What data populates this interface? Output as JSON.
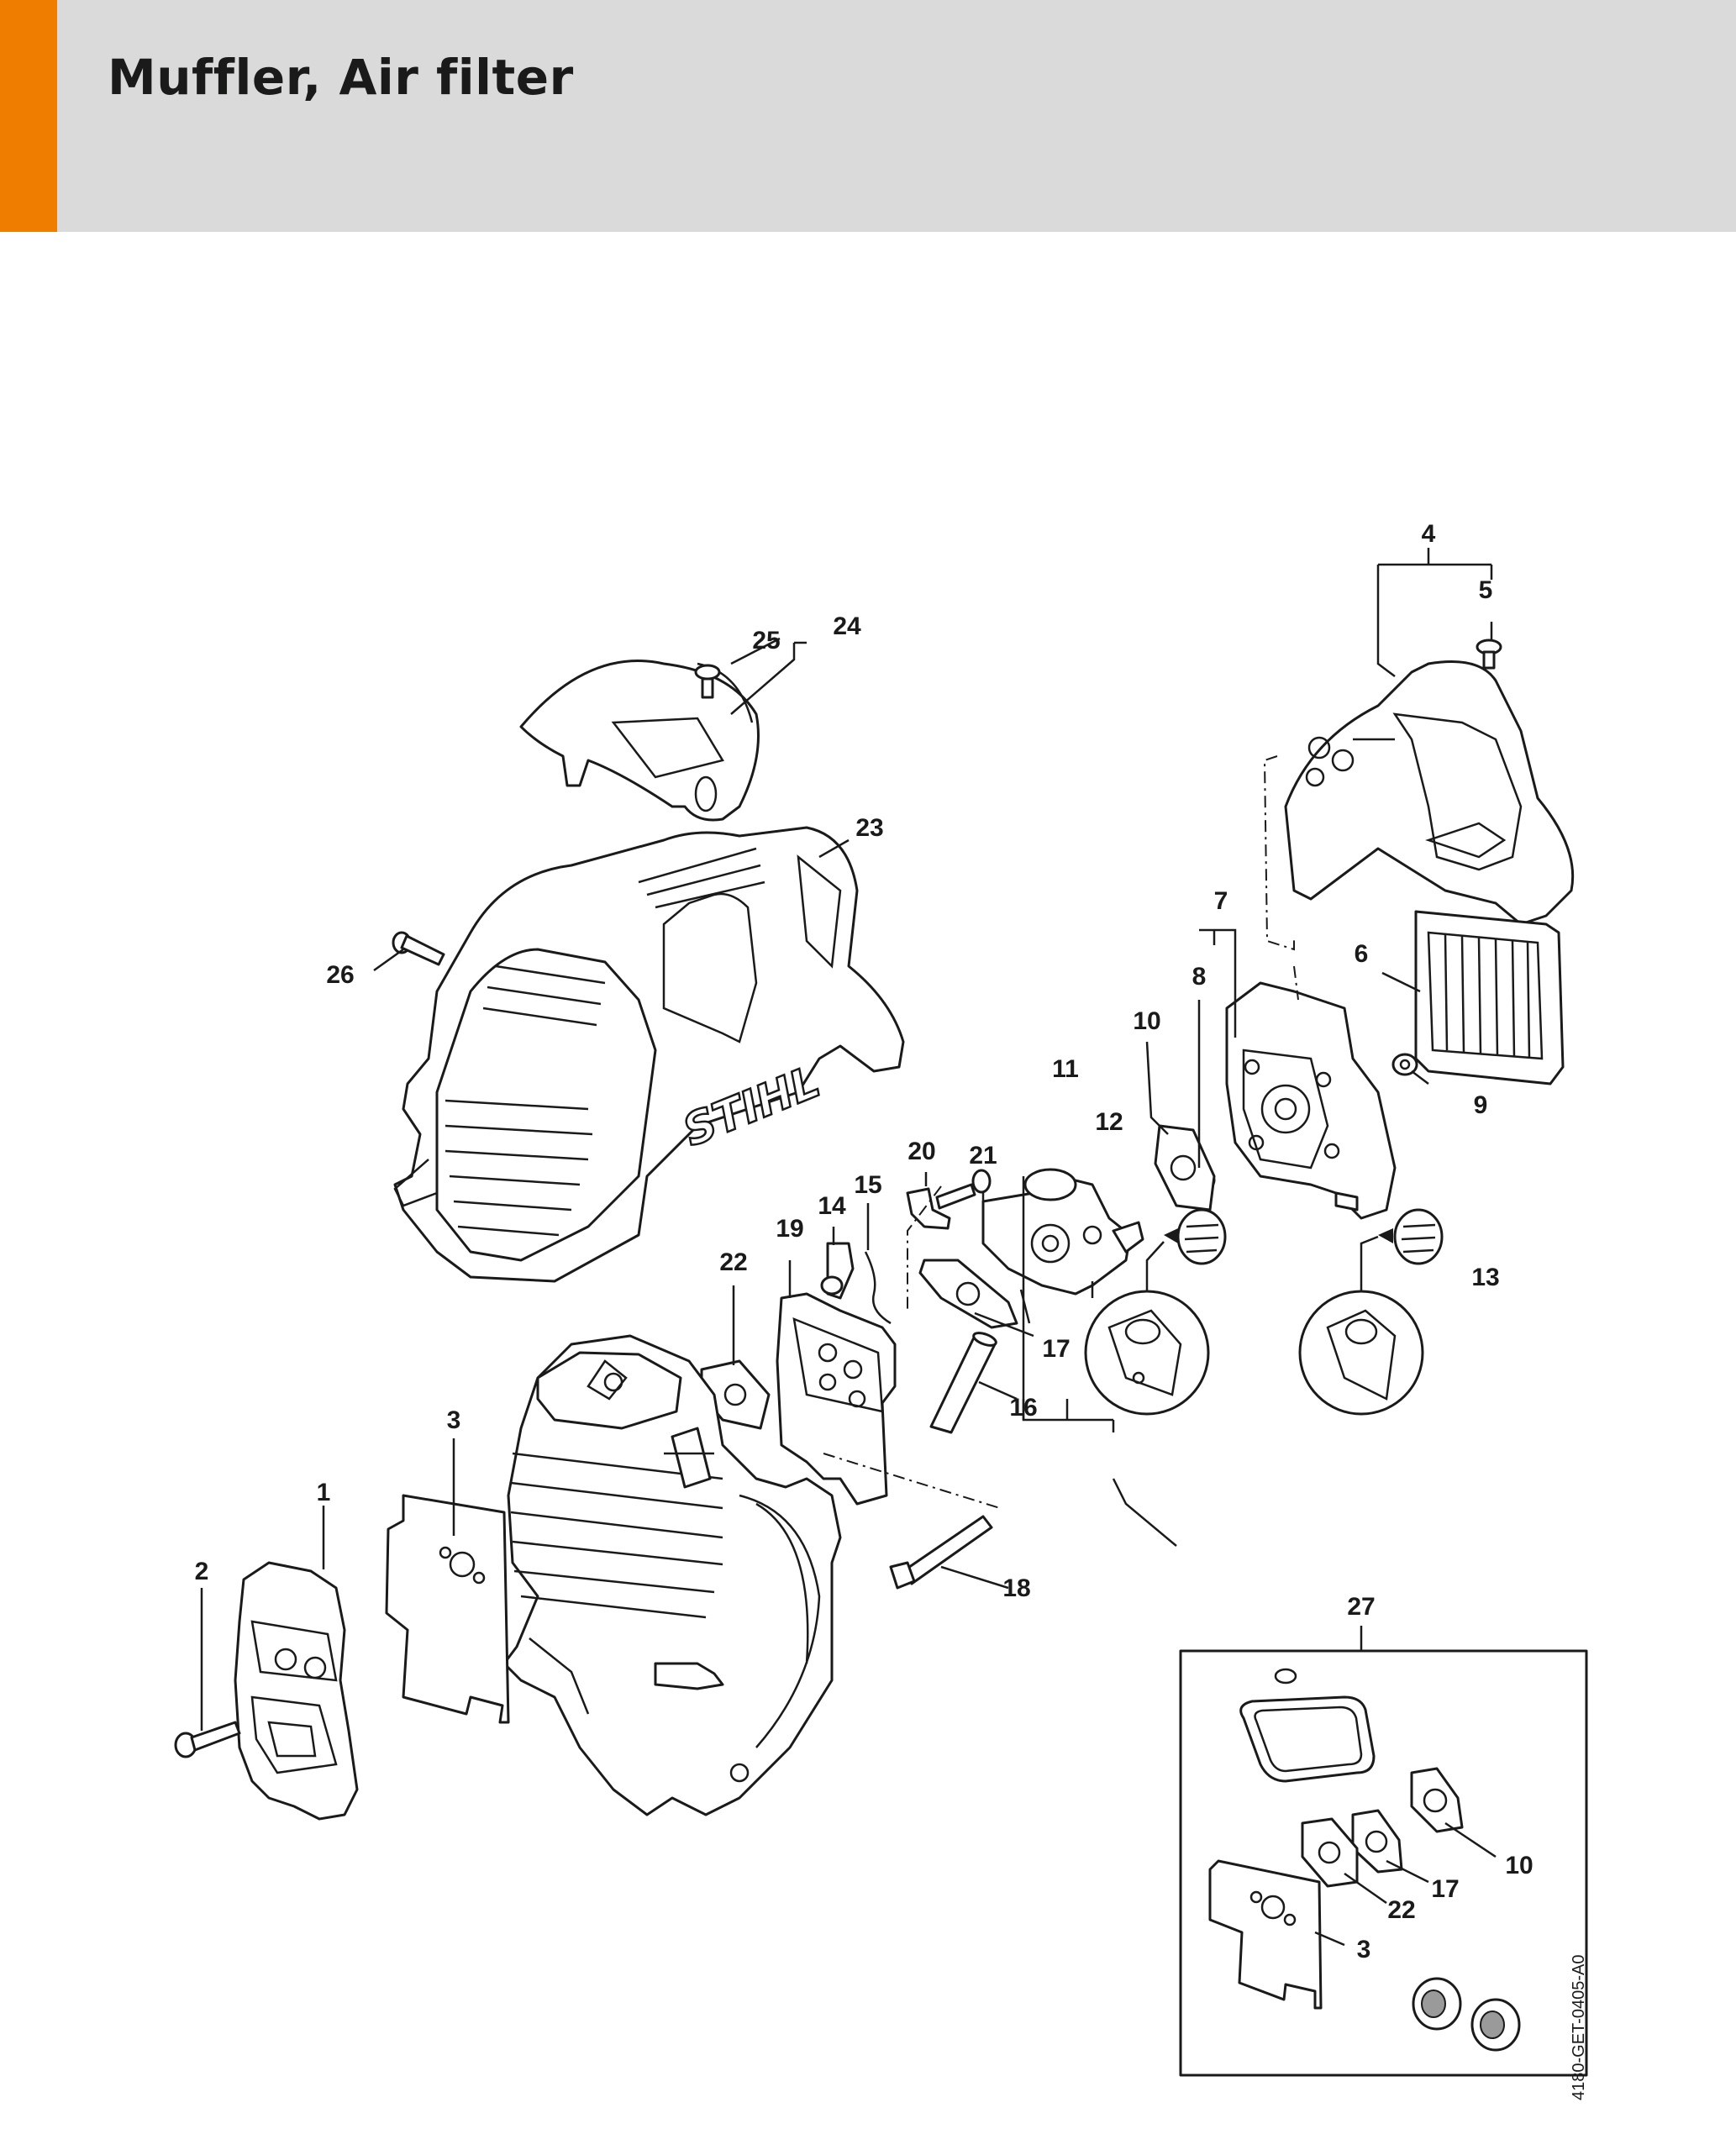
{
  "header": {
    "title": "Muffler, Air filter",
    "accent_color": "#ef7d00",
    "background_color": "#d9dad9"
  },
  "diagram": {
    "brand_mark": "STIHL",
    "document_number": "4180-GET-0405-A0",
    "callouts": {
      "c1": "1",
      "c2": "2",
      "c3": "3",
      "c4": "4",
      "c5": "5",
      "c6": "6",
      "c7": "7",
      "c8": "8",
      "c9": "9",
      "c10": "10",
      "c11": "11",
      "c12": "12",
      "c13": "13",
      "c14": "14",
      "c15": "15",
      "c16": "16",
      "c17": "17",
      "c18": "18",
      "c19": "19",
      "c20": "20",
      "c21": "21",
      "c22": "22",
      "c23": "23",
      "c24": "24",
      "c25": "25",
      "c26": "26",
      "c27": "27"
    },
    "kit_callouts": {
      "k10": "10",
      "k17": "17",
      "k22": "22",
      "k3": "3"
    }
  }
}
